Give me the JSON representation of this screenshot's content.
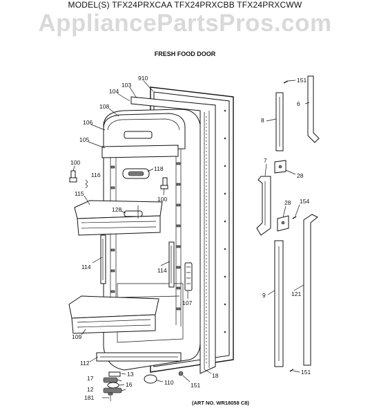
{
  "header": {
    "models": "MODEL(S) TFX24PRXCAA  TFX24PRXCBB  TFX24PRXCWW",
    "watermark": "AppliancePartsPros.com",
    "subtitle": "FRESH FOOD DOOR"
  },
  "footer": {
    "art_no": "(ART NO. WR18058 C8)"
  },
  "callouts": {
    "c910": "910",
    "c103": "103",
    "c104": "104",
    "c108": "108",
    "c106": "106",
    "c105": "105",
    "c100a": "100",
    "c116": "116",
    "c118": "118",
    "c100b": "100",
    "c115": "115",
    "c128": "128",
    "c114a": "114",
    "c114b": "114",
    "c107": "107",
    "c109": "109",
    "c112": "112",
    "c13": "13",
    "c17": "17",
    "c16": "16",
    "c12": "12",
    "c181": "181",
    "c110": "110",
    "c151a": "151",
    "c18": "18",
    "c151b": "151",
    "c6": "6",
    "c8": "8",
    "c7": "7",
    "c28a": "28",
    "c28b": "28",
    "c154": "154",
    "c9": "9",
    "c121": "121",
    "c151c": "151"
  }
}
